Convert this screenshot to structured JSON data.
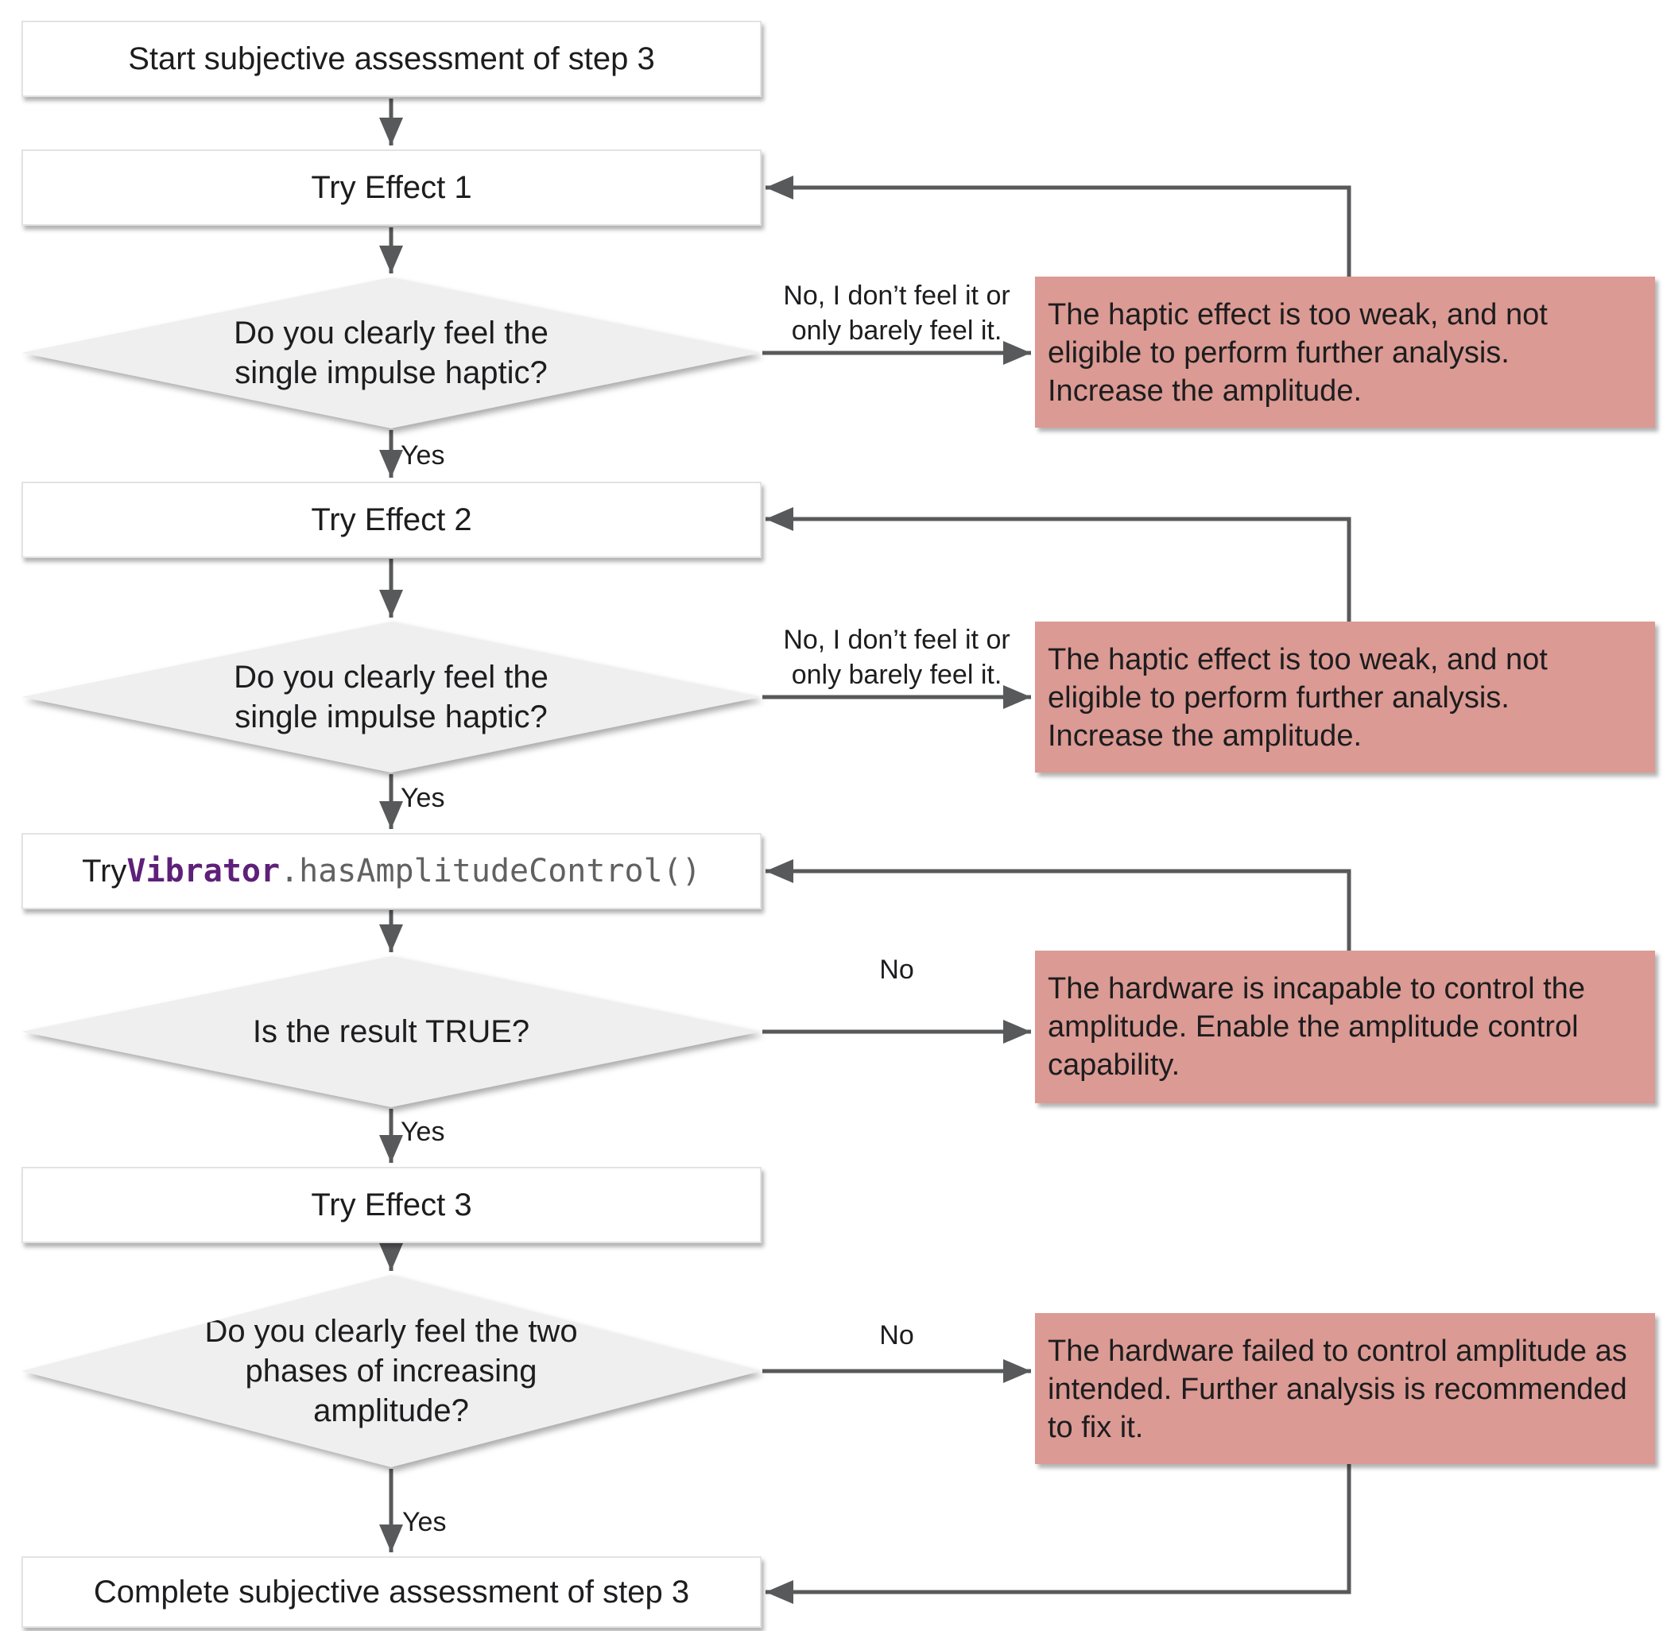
{
  "theme": {
    "background": "#ffffff",
    "process_fill": "#ffffff",
    "process_border": "#e3e3e3",
    "decision_fill": "#efefef",
    "alert_fill": "#db9a93",
    "connector_color": "#58595b",
    "text_color": "#1d1d1f",
    "code_keyword_color": "#5e2079",
    "code_text_color": "#616161"
  },
  "nodes": {
    "start": {
      "type": "process",
      "label": "Start subjective assessment of step 3"
    },
    "try_effect_1": {
      "type": "process",
      "label": "Try Effect 1"
    },
    "decision_feel_1": {
      "type": "decision",
      "lines": [
        "Do you clearly feel the",
        "single impulse haptic?"
      ]
    },
    "alert_weak_1": {
      "type": "alert",
      "lines": [
        "The haptic effect is too weak, and not",
        "eligible to perform further analysis.",
        "Increase the amplitude."
      ]
    },
    "try_effect_2": {
      "type": "process",
      "label": "Try Effect 2"
    },
    "decision_feel_2": {
      "type": "decision",
      "lines": [
        "Do you clearly feel the",
        "single impulse haptic?"
      ]
    },
    "alert_weak_2": {
      "type": "alert",
      "lines": [
        "The haptic effect is too weak, and not",
        "eligible to perform further analysis.",
        "Increase the amplitude."
      ]
    },
    "try_amplitude_control": {
      "type": "process",
      "prefix": "Try ",
      "class_name": "Vibrator",
      "method": ".hasAmplitudeControl()"
    },
    "decision_result_true": {
      "type": "decision",
      "lines": [
        "Is the result TRUE?"
      ]
    },
    "alert_incapable": {
      "type": "alert",
      "lines": [
        "The hardware is incapable to control the",
        "amplitude. Enable the amplitude control",
        "capability."
      ]
    },
    "try_effect_3": {
      "type": "process",
      "label": "Try Effect 3"
    },
    "decision_two_phases": {
      "type": "decision",
      "lines": [
        "Do you clearly feel the two",
        "phases of increasing",
        "amplitude?"
      ]
    },
    "alert_failed": {
      "type": "alert",
      "lines": [
        "The hardware failed to control amplitude as",
        "intended. Further analysis is recommended",
        "to fix it."
      ]
    },
    "complete": {
      "type": "process",
      "label": "Complete subjective assessment of step 3"
    }
  },
  "edge_labels": {
    "yes": "Yes",
    "no": "No",
    "no_feel": {
      "lines": [
        "No, I don’t feel it or",
        "only barely feel it."
      ]
    }
  }
}
